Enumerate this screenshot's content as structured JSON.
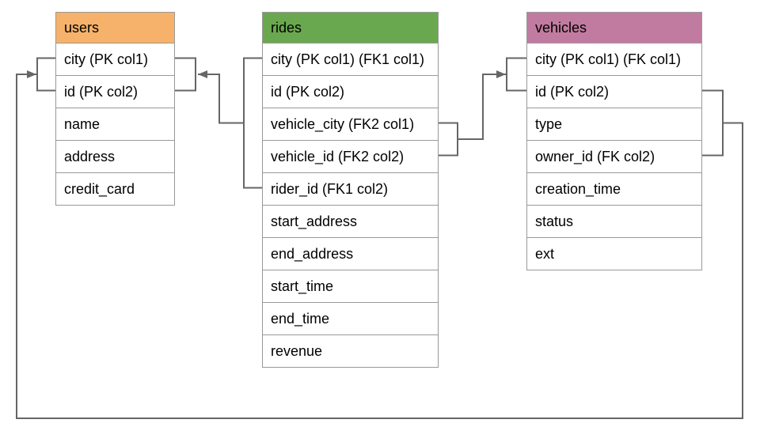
{
  "diagram": {
    "line_color": "#666666",
    "border_color": "#999999",
    "tables": [
      {
        "id": "users",
        "title": "users",
        "header_color": "#F6B26B",
        "fields": [
          "city (PK col1)",
          "id (PK col2)",
          "name",
          "address",
          "credit_card"
        ]
      },
      {
        "id": "rides",
        "title": "rides",
        "header_color": "#6AA84F",
        "fields": [
          "city (PK col1) (FK1 col1)",
          "id (PK col2)",
          "vehicle_city (FK2 col1)",
          "vehicle_id (FK2 col2)",
          "rider_id (FK1 col2)",
          "start_address",
          "end_address",
          "start_time",
          "end_time",
          "revenue"
        ]
      },
      {
        "id": "vehicles",
        "title": "vehicles",
        "header_color": "#C27BA0",
        "fields": [
          "city (PK col1) (FK col1)",
          "id (PK col2)",
          "type",
          "owner_id (FK col2)",
          "creation_time",
          "status",
          "ext"
        ]
      }
    ],
    "relationships": [
      {
        "name": "rides-to-users",
        "from_table": "rides",
        "from_fields": [
          "city (FK1 col1)",
          "rider_id (FK1 col2)"
        ],
        "to_table": "users",
        "to_fields": [
          "city (PK col1)",
          "id (PK col2)"
        ]
      },
      {
        "name": "rides-to-vehicles",
        "from_table": "rides",
        "from_fields": [
          "vehicle_city (FK2 col1)",
          "vehicle_id (FK2 col2)"
        ],
        "to_table": "vehicles",
        "to_fields": [
          "city (PK col1)",
          "id (PK col2)"
        ]
      },
      {
        "name": "vehicles-to-users",
        "from_table": "vehicles",
        "from_fields": [
          "city (FK col1)",
          "owner_id (FK col2)"
        ],
        "to_table": "users",
        "to_fields": [
          "city (PK col1)",
          "id (PK col2)"
        ]
      }
    ]
  }
}
